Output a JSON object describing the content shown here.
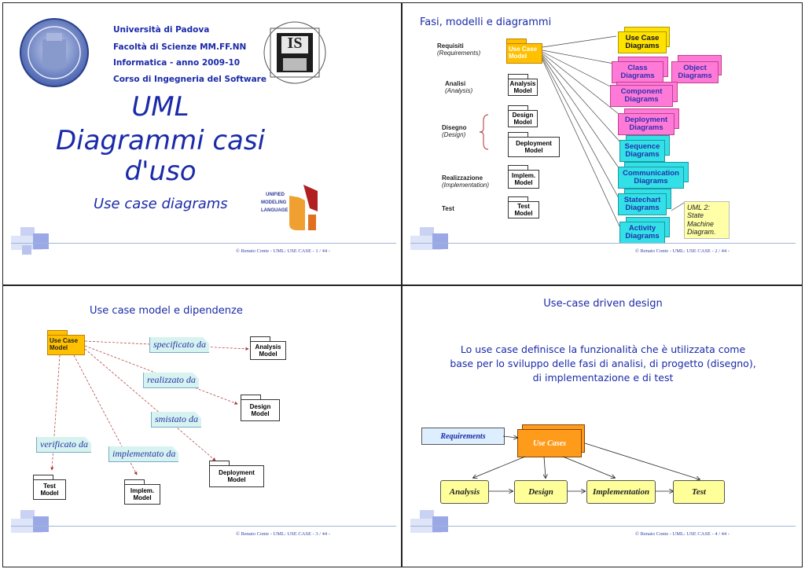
{
  "slide1": {
    "info": [
      "Università di Padova",
      "Facoltà di Scienze MM.FF.NN",
      "Informatica  -  anno 2009-10",
      "Corso di Ingegneria del Software"
    ],
    "title_line1": "UML",
    "title_line2": "Diagrammi casi",
    "title_line3": "d'uso",
    "subtitle": "Use case diagrams",
    "is_logo": "IS",
    "uml_logo": [
      "UNIFIED",
      "MODELING",
      "LANGUAGE"
    ],
    "footer": "© Renato Conte - UML: USE CASE - 1 / 44 -"
  },
  "slide2": {
    "title": "Fasi, modelli e diagrammi",
    "phases": [
      {
        "name": "Requisiti",
        "en": "(Requirements)"
      },
      {
        "name": "Analisi",
        "en": "(Analysis)"
      },
      {
        "name": "Disegno",
        "en": "(Design)"
      },
      {
        "name": "Realizzazione",
        "en": "(Implementation)"
      },
      {
        "name": "Test",
        "en": ""
      }
    ],
    "models": [
      "Use Case Model",
      "Analysis Model",
      "Design Model",
      "Deployment Model",
      "Implem. Model",
      "Test Model"
    ],
    "diagrams": [
      "Use Case Diagrams",
      "Class Diagrams",
      "Object Diagrams",
      "Component Diagrams",
      "Deployment Diagrams",
      "Sequence Diagrams",
      "Communication Diagrams",
      "Statechart Diagrams",
      "Activity Diagrams"
    ],
    "note": "UML 2: State Machine Diagram.",
    "footer": "© Renato Conte - UML: USE CASE - 2 / 44 -"
  },
  "slide3": {
    "title": "Use case model e dipendenze",
    "source": "Use Case Model",
    "relations": [
      "specificato da",
      "realizzato da",
      "smistato da",
      "verificato da",
      "implementato da"
    ],
    "targets": [
      "Analysis Model",
      "Design Model",
      "Deployment Model",
      "Test Model",
      "Implem. Model"
    ],
    "footer": "© Renato Conte - UML: USE CASE - 3 / 44 -"
  },
  "slide4": {
    "title": "Use-case driven design",
    "body": "Lo use case definisce la funzionalità che è utilizzata  come base per lo sviluppo delle fasi di analisi, di progetto (disegno), di implementazione e di test",
    "requirements": "Requirements",
    "use_cases": "Use Cases",
    "phases": [
      "Analysis",
      "Design",
      "Implementation",
      "Test"
    ],
    "footer": "© Renato Conte - UML: USE CASE - 4 / 44 -"
  },
  "colors": {
    "accent_blue": "#1a2aa8",
    "package_yellow": "#ffc000",
    "magenta": "#ff66cc",
    "cyan": "#33e0e8",
    "phase_yellow": "#ffff99"
  }
}
